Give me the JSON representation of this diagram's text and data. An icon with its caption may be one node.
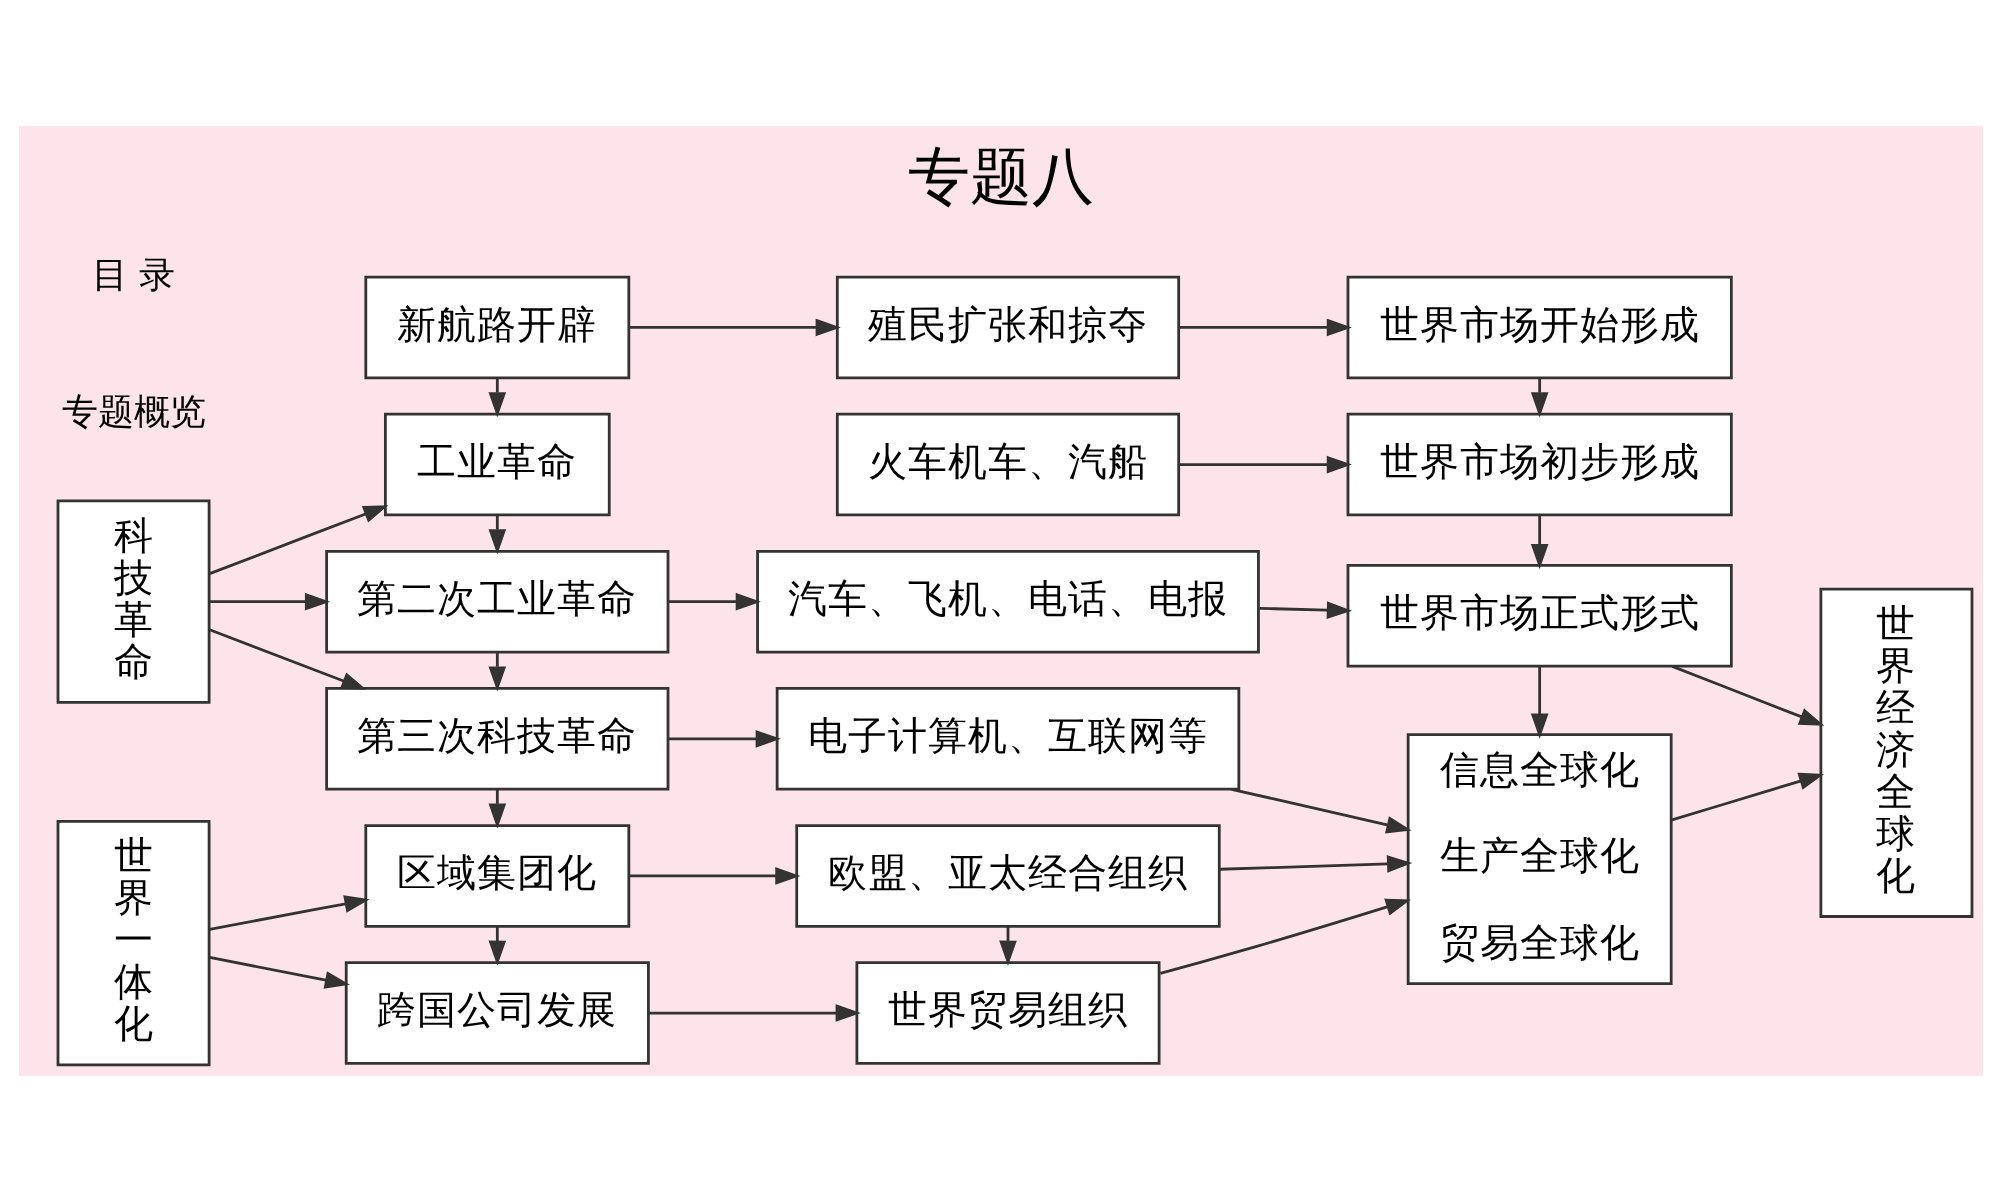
{
  "diagram": {
    "title": "专题八",
    "nodes": [
      {
        "text": [
          "新航路开辟"
        ]
      },
      {
        "text": [
          "殖民扩张和掠夺"
        ]
      },
      {
        "text": [
          "世界市场开始形成"
        ]
      },
      {
        "text": [
          "科技革命"
        ]
      },
      {
        "text": [
          "工业革命"
        ]
      },
      {
        "text": [
          "火车机车、汽船"
        ]
      },
      {
        "text": [
          "世界市场初步形成"
        ]
      },
      {
        "text": [
          "第二次工业革命"
        ]
      },
      {
        "text": [
          "汽车、飞机、电话、电报"
        ]
      },
      {
        "text": [
          "世界市场正式形式"
        ]
      },
      {
        "text": [
          "第三次科技革命"
        ]
      },
      {
        "text": [
          "电子计算机、互联网等"
        ]
      },
      {
        "text": [
          "信息全球化",
          "生产全球化",
          "贸易全球化"
        ]
      },
      {
        "text": [
          "世界经济全球化"
        ]
      },
      {
        "text": [
          "世界一体化"
        ]
      },
      {
        "text": [
          "区域集团化"
        ]
      },
      {
        "text": [
          "欧盟、亚太经合组织"
        ]
      },
      {
        "text": [
          "跨国公司发展"
        ]
      },
      {
        "text": [
          "世界贸易组织"
        ]
      }
    ],
    "edges": [
      {
        "from": 0,
        "to": 1,
        "arrow": "to"
      },
      {
        "from": 1,
        "to": 2,
        "arrow": "to"
      },
      {
        "from": 0,
        "to": 4,
        "arrow": "to"
      },
      {
        "from": 3,
        "to": 4,
        "arrow": "to"
      },
      {
        "from": 3,
        "to": 7,
        "arrow": "to"
      },
      {
        "from": 3,
        "to": 10,
        "arrow": "to"
      },
      {
        "from": 4,
        "to": 7,
        "arrow": "to"
      },
      {
        "from": 7,
        "to": 10,
        "arrow": "to"
      },
      {
        "from": 7,
        "to": 8,
        "arrow": "to"
      },
      {
        "from": 10,
        "to": 11,
        "arrow": "to"
      },
      {
        "from": 10,
        "to": 15,
        "arrow": "to"
      },
      {
        "from": 5,
        "to": 6,
        "arrow": "to"
      },
      {
        "from": 2,
        "to": 6,
        "arrow": "to"
      },
      {
        "from": 6,
        "to": 9,
        "arrow": "to"
      },
      {
        "from": 8,
        "to": 9,
        "arrow": "to"
      },
      {
        "from": 9,
        "to": 12,
        "arrow": "to"
      },
      {
        "from": 9,
        "to": 13,
        "arrow": "to"
      },
      {
        "from": 11,
        "to": 12,
        "arrow": "to"
      },
      {
        "from": 16,
        "to": 12,
        "arrow": "to"
      },
      {
        "from": 18,
        "to": 12,
        "arrow": "to"
      },
      {
        "from": 12,
        "to": 13,
        "arrow": "to"
      },
      {
        "from": 14,
        "to": 15,
        "arrow": "to"
      },
      {
        "from": 14,
        "to": 17,
        "arrow": "to"
      },
      {
        "from": 15,
        "to": 16,
        "arrow": "to"
      },
      {
        "from": 15,
        "to": 17,
        "arrow": "to"
      },
      {
        "from": 16,
        "to": 18,
        "arrow": "to"
      },
      {
        "from": 17,
        "to": 18,
        "arrow": "to"
      }
    ],
    "labels": [
      "专题概览",
      "目 录"
    ]
  }
}
